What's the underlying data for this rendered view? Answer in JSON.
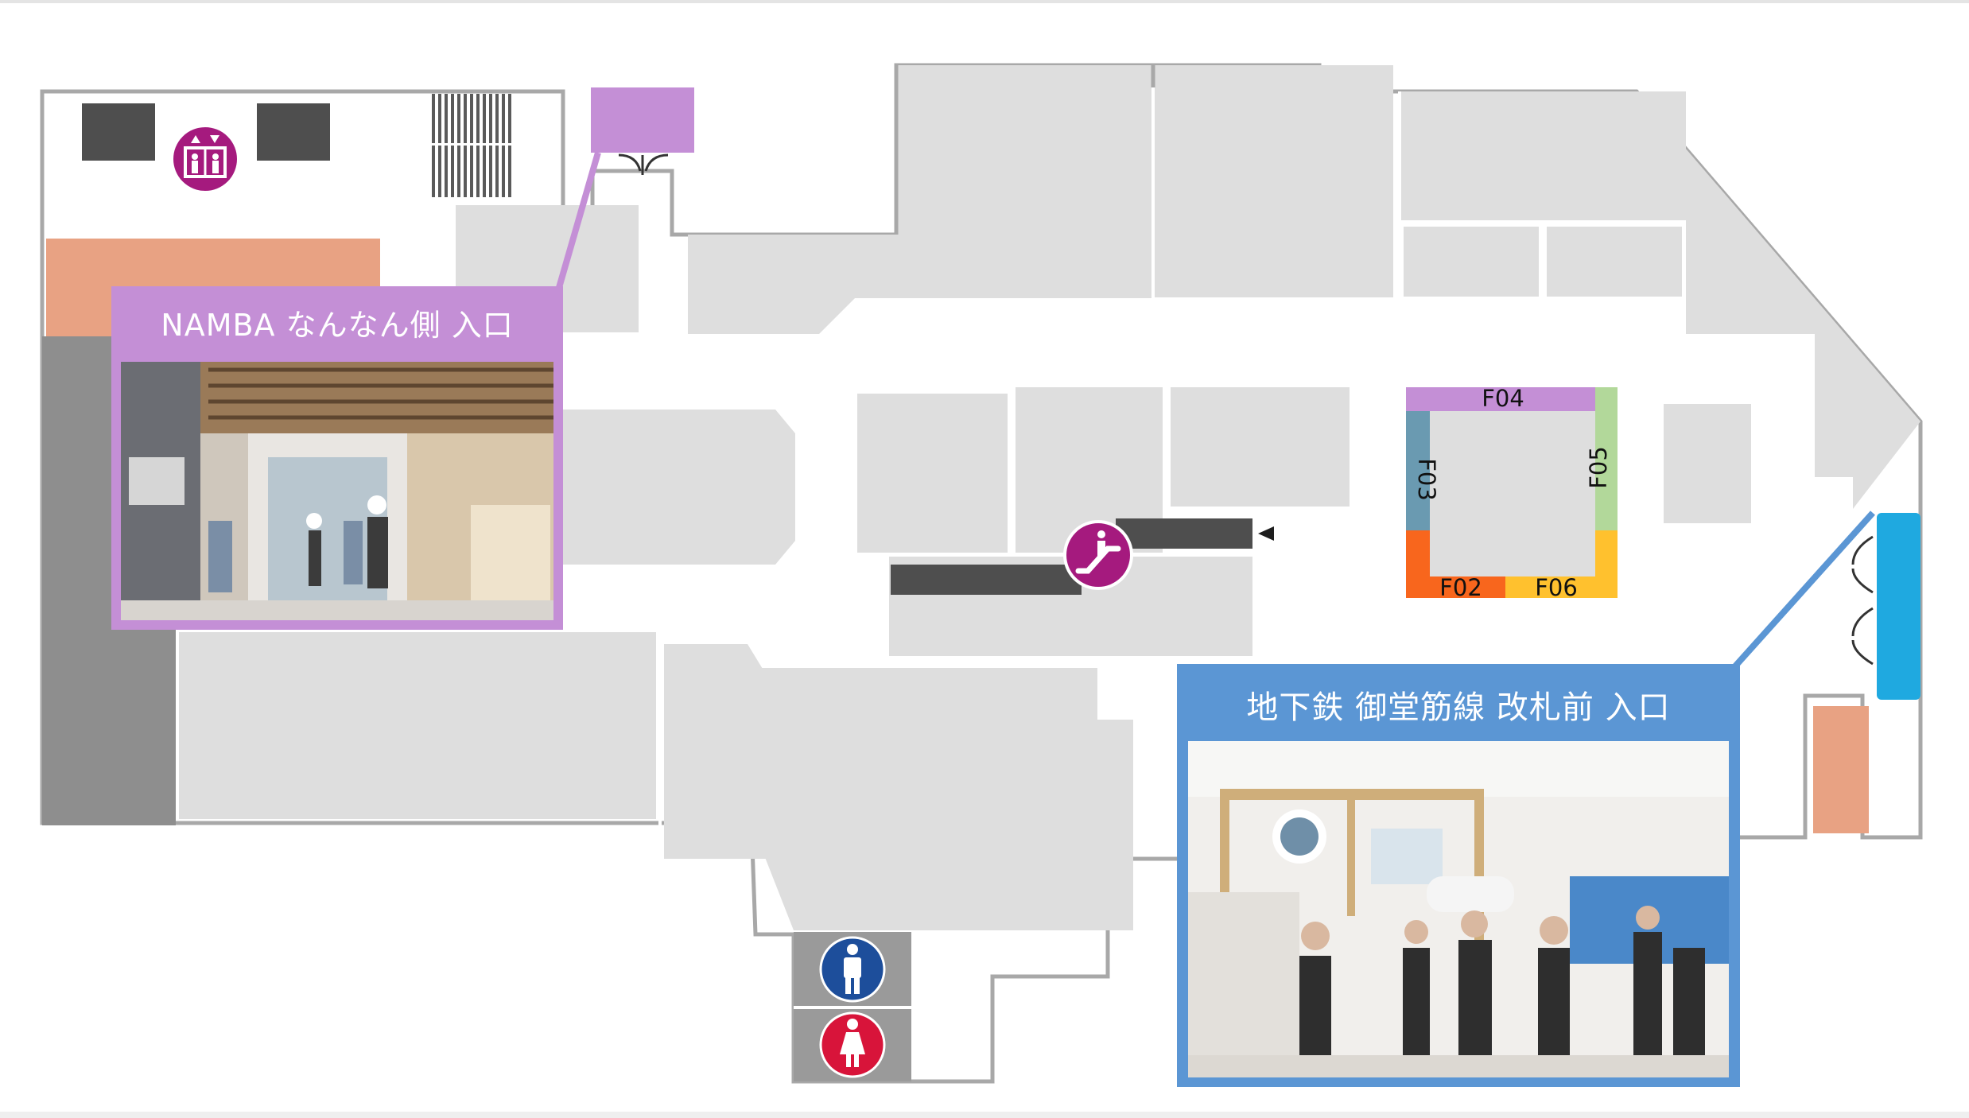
{
  "colors": {
    "floor": "#ffffff",
    "shop": "#dedede",
    "outline": "#a0a0a0",
    "stairs_fill": "#4a4a4a",
    "namba_accent": "#c48fd6",
    "subway_accent": "#5b96d4",
    "icon_magenta": "#a51a7e",
    "salmon": "#e8a283",
    "dark_gray": "#8e8e8e",
    "male": "#1d4e9b",
    "female": "#d8143a",
    "f02": "#f8661d",
    "f03": "#6a9ab1",
    "f04": "#c48fd6",
    "f05": "#b2d89a",
    "f06": "#ffc12e",
    "subway_entrance": "#1fa9e0"
  },
  "map": {
    "booths": [
      {
        "id": "F04",
        "label": "F04"
      },
      {
        "id": "F03",
        "label": "F03"
      },
      {
        "id": "F05",
        "label": "F05"
      },
      {
        "id": "F02",
        "label": "F02"
      },
      {
        "id": "F06",
        "label": "F06"
      }
    ],
    "icons": [
      "elevator-icon",
      "escalator-icon",
      "mens-restroom-icon",
      "womens-restroom-icon"
    ]
  },
  "callouts": {
    "namba": {
      "title": "NAMBA なんなん側 入口"
    },
    "subway": {
      "title": "地下鉄 御堂筋線 改札前 入口"
    }
  }
}
